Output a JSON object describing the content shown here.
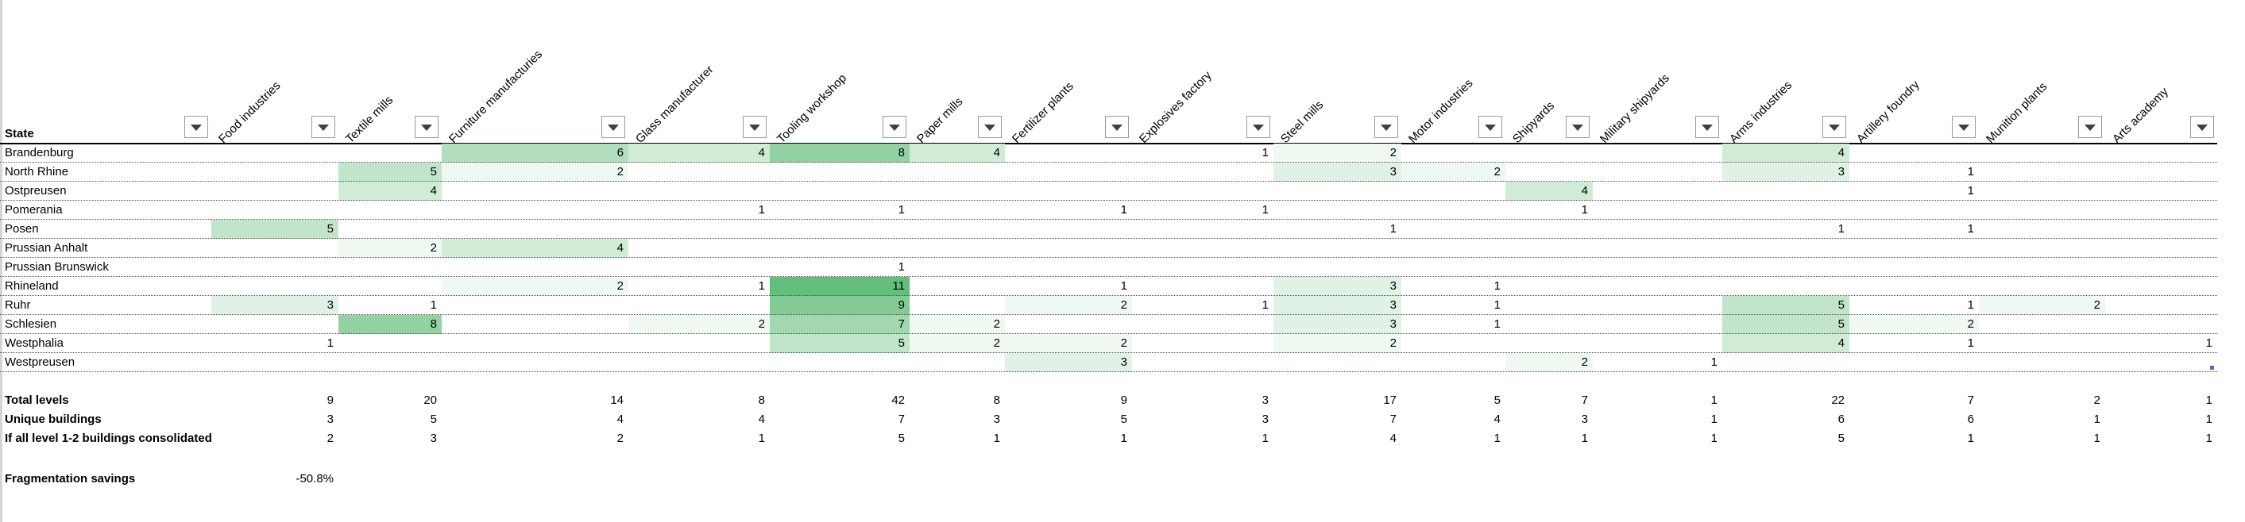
{
  "sheet": {
    "state_header": "State",
    "columns": [
      "Food industries",
      "Textile mills",
      "Furniture manufacturies",
      "Glass manufacturer",
      "Tooling workshop",
      "Paper mills",
      "Fertilizer plants",
      "Explosives factory",
      "Steel mills",
      "Motor industries",
      "Shipyards",
      "Military shipyards",
      "Arms industries",
      "Artillery foundry",
      "Munition plants",
      "Arts academy"
    ],
    "rows": [
      {
        "state": "Brandenburg",
        "values": [
          "",
          "",
          "6",
          "4",
          "8",
          "4",
          "",
          "1",
          "2",
          "",
          "",
          "",
          "4",
          "",
          "",
          ""
        ]
      },
      {
        "state": "North Rhine",
        "values": [
          "",
          "5",
          "2",
          "",
          "",
          "",
          "",
          "",
          "3",
          "2",
          "",
          "",
          "3",
          "1",
          "",
          ""
        ]
      },
      {
        "state": "Ostpreusen",
        "values": [
          "",
          "4",
          "",
          "",
          "",
          "",
          "",
          "",
          "",
          "",
          "4",
          "",
          "",
          "1",
          "",
          ""
        ]
      },
      {
        "state": "Pomerania",
        "values": [
          "",
          "",
          "",
          "1",
          "1",
          "",
          "1",
          "1",
          "",
          "",
          "1",
          "",
          "",
          "",
          "",
          ""
        ]
      },
      {
        "state": "Posen",
        "values": [
          "5",
          "",
          "",
          "",
          "",
          "",
          "",
          "",
          "1",
          "",
          "",
          "",
          "1",
          "1",
          "",
          ""
        ]
      },
      {
        "state": "Prussian Anhalt",
        "values": [
          "",
          "2",
          "4",
          "",
          "",
          "",
          "",
          "",
          "",
          "",
          "",
          "",
          "",
          "",
          "",
          ""
        ]
      },
      {
        "state": "Prussian Brunswick",
        "values": [
          "",
          "",
          "",
          "",
          "1",
          "",
          "",
          "",
          "",
          "",
          "",
          "",
          "",
          "",
          "",
          ""
        ]
      },
      {
        "state": "Rhineland",
        "values": [
          "",
          "",
          "2",
          "1",
          "11",
          "",
          "1",
          "",
          "3",
          "1",
          "",
          "",
          "",
          "",
          "",
          ""
        ]
      },
      {
        "state": "Ruhr",
        "values": [
          "3",
          "1",
          "",
          "",
          "9",
          "",
          "2",
          "1",
          "3",
          "1",
          "",
          "",
          "5",
          "1",
          "2",
          ""
        ]
      },
      {
        "state": "Schlesien",
        "values": [
          "",
          "8",
          "",
          "2",
          "7",
          "2",
          "",
          "",
          "3",
          "1",
          "",
          "",
          "5",
          "2",
          "",
          ""
        ]
      },
      {
        "state": "Westphalia",
        "values": [
          "1",
          "",
          "",
          "",
          "5",
          "2",
          "2",
          "",
          "2",
          "",
          "",
          "",
          "4",
          "1",
          "",
          "1"
        ]
      },
      {
        "state": "Westpreusen",
        "values": [
          "",
          "",
          "",
          "",
          "",
          "",
          "3",
          "",
          "",
          "",
          "2",
          "1",
          "",
          "",
          "",
          ""
        ]
      }
    ],
    "summary": [
      {
        "label": "Total levels",
        "values": [
          "9",
          "20",
          "14",
          "8",
          "42",
          "8",
          "9",
          "3",
          "17",
          "5",
          "7",
          "1",
          "22",
          "7",
          "2",
          "1"
        ]
      },
      {
        "label": "Unique buildings",
        "values": [
          "3",
          "5",
          "4",
          "4",
          "7",
          "3",
          "5",
          "3",
          "7",
          "4",
          "3",
          "1",
          "6",
          "6",
          "1",
          "1"
        ]
      },
      {
        "label": "If all level 1-2 buildings consolidated",
        "values": [
          "2",
          "3",
          "2",
          "1",
          "5",
          "1",
          "1",
          "1",
          "4",
          "1",
          "1",
          "1",
          "5",
          "1",
          "1",
          "1"
        ]
      }
    ],
    "fragmentation": {
      "label": "Fragmentation savings",
      "value": "-50.8%"
    },
    "colors": {
      "green_dark": "#63be7b",
      "green_light": "#ffffff",
      "grid": "#9e9e9e"
    }
  }
}
